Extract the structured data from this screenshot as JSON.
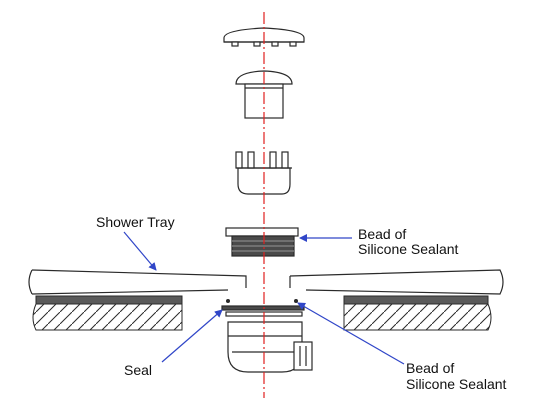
{
  "colors": {
    "centerline": "#e0201e",
    "arrow": "#3046c8",
    "outline": "#2a2a2a",
    "fill_dark": "#4a4a4a",
    "background": "#ffffff"
  },
  "labels": {
    "shower_tray": "Shower Tray",
    "bead_top_line1": "Bead of",
    "bead_top_line2": "Silicone Sealant",
    "seal": "Seal",
    "bead_bottom_line1": "Bead of",
    "bead_bottom_line2": "Silicone Sealant"
  }
}
